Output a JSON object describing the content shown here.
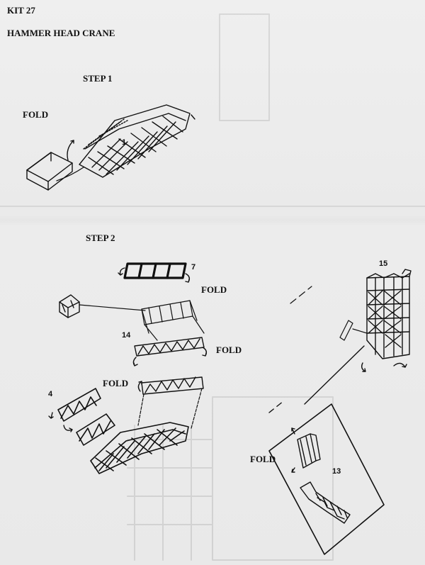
{
  "header": {
    "kit": "KIT 27",
    "title": "HAMMER HEAD CRANE"
  },
  "steps": [
    {
      "label": "STEP 1"
    },
    {
      "label": "STEP 2"
    }
  ],
  "annotations": {
    "fold": "FOLD"
  },
  "part_numbers": {
    "p1": "1",
    "p7": "7",
    "p14": "14",
    "p4": "4",
    "p15": "15",
    "p13": "13"
  }
}
